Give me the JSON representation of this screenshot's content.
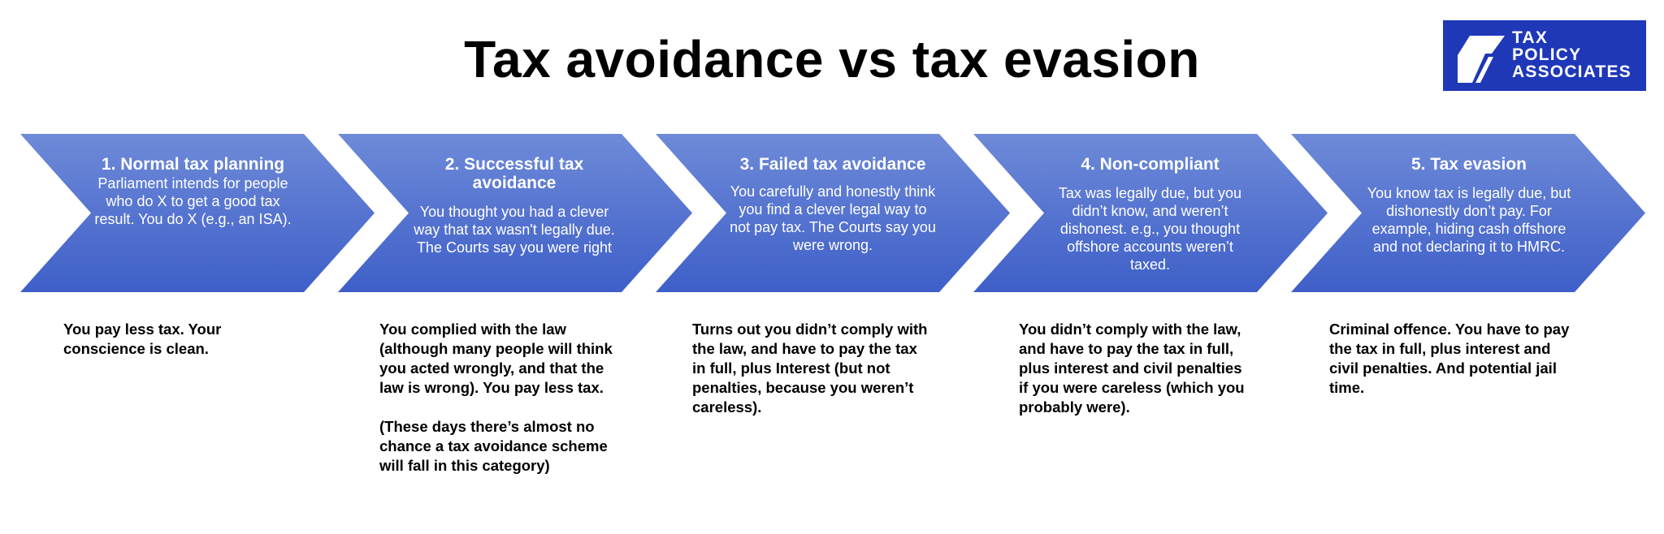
{
  "title": "Tax avoidance vs tax evasion",
  "logo": {
    "lines": [
      "TAX",
      "POLICY",
      "ASSOCIATES"
    ],
    "background_color": "#1f38b8",
    "icon": "tax-policy-associates-mark"
  },
  "colors": {
    "arrow_gradient_top": "#6e8ad8",
    "arrow_gradient_bottom": "#3e5fc8",
    "arrow_text": "#ffffff"
  },
  "steps": [
    {
      "title": "1. Normal tax planning",
      "description": "Parliament intends for people who do X to get a good tax result. You do X (e.g., an ISA).",
      "consequence": [
        "You pay less tax. Your conscience is clean."
      ]
    },
    {
      "title": "2. Successful tax avoidance",
      "description": "You thought you had a clever way that tax wasn't legally due. The Courts say you were right",
      "consequence": [
        "You complied with the law (although many people will think you acted wrongly, and that the law is wrong). You pay less tax.",
        "(These days there’s almost no chance a tax avoidance scheme will fall in this category)"
      ]
    },
    {
      "title": "3. Failed tax avoidance",
      "description": "You carefully and honestly think you find a clever legal way to not pay tax. The Courts say you were wrong.",
      "consequence": [
        "Turns out you didn’t comply with the law, and have to pay the tax in full, plus Interest (but not penalties, because you weren’t careless)."
      ]
    },
    {
      "title": "4. Non-compliant",
      "description": "Tax was legally due, but you didn’t know, and weren’t dishonest. e.g., you thought offshore accounts weren’t taxed.",
      "consequence": [
        "You didn’t comply with the law, and have to pay the tax in full, plus interest and civil penalties if you were careless (which you probably were)."
      ]
    },
    {
      "title": "5. Tax evasion",
      "description": "You know tax is legally due, but dishonestly don’t pay. For example, hiding cash offshore and not declaring it to HMRC.",
      "consequence": [
        "Criminal offence. You have to pay the tax in full, plus interest and civil penalties. And potential jail time."
      ]
    }
  ]
}
